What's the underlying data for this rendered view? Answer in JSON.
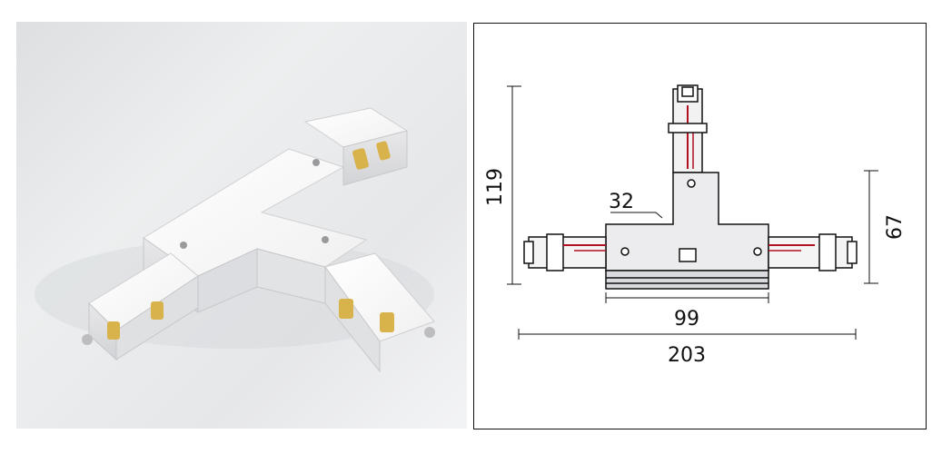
{
  "photo": {
    "subject": "T-connector-photo",
    "body_color": "#f7f7f7",
    "contact_color": "#d8b24a"
  },
  "drawing": {
    "dimensions": {
      "overall_height": "119",
      "branch_width": "32",
      "body_height": "67",
      "body_width": "99",
      "overall_width": "203"
    },
    "line_color": "#111111",
    "wire_color": "#b01020"
  }
}
